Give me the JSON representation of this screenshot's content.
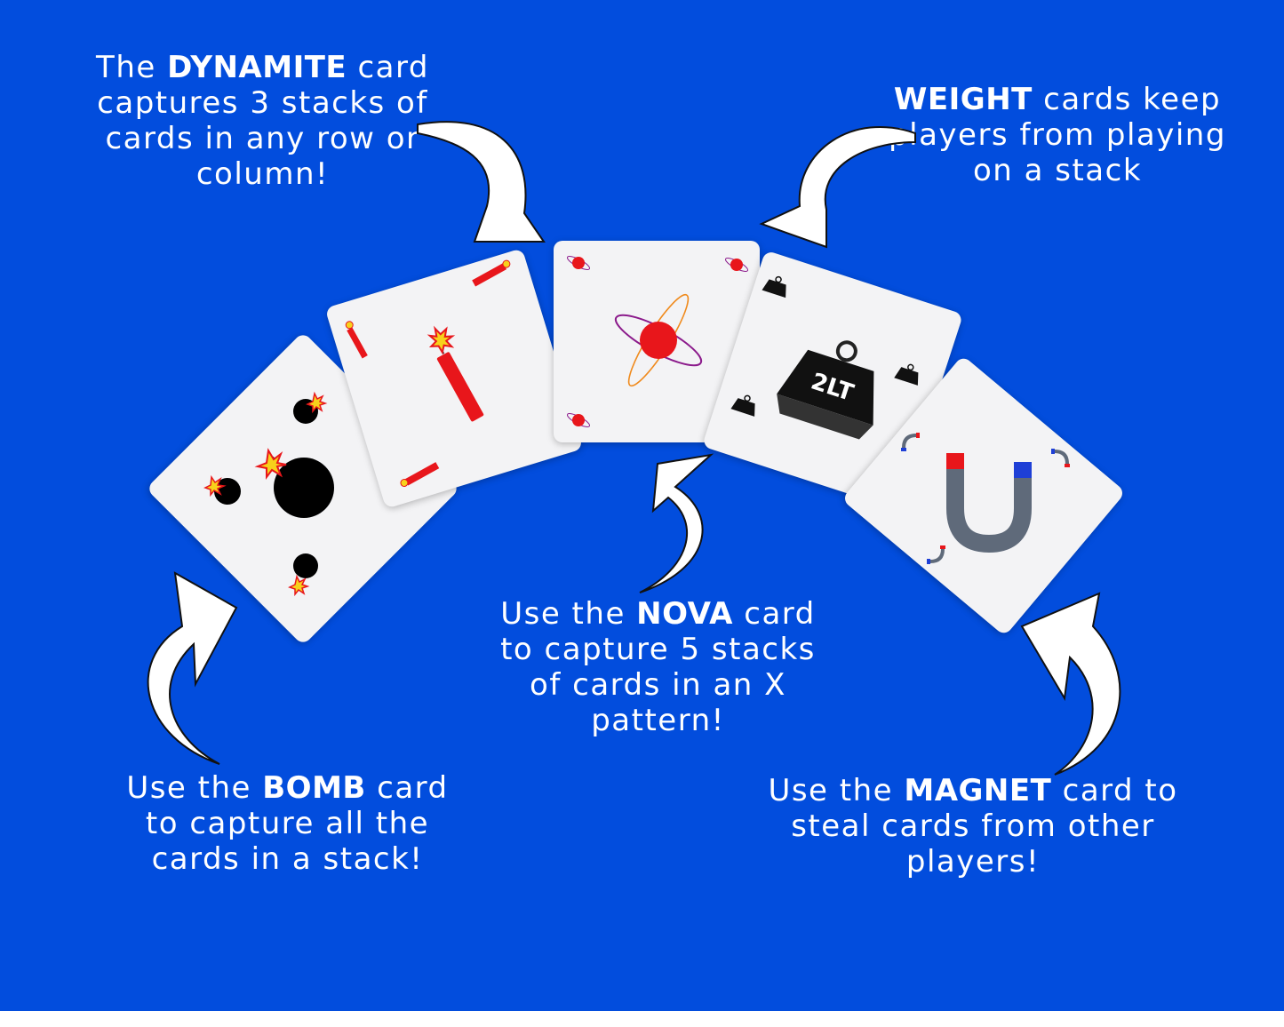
{
  "background_color": "#024ddd",
  "captions": {
    "dynamite": {
      "pre": "The ",
      "keyword": "DYNAMITE",
      "post": " card captures 3 stacks of cards in any row or column!"
    },
    "weight": {
      "pre": "",
      "keyword": "WEIGHT",
      "post": " cards keep players from playing on a stack"
    },
    "nova": {
      "pre": "Use the ",
      "keyword": "NOVA",
      "post": " card to capture 5 stacks of cards in an X pattern!"
    },
    "bomb": {
      "pre": "Use the ",
      "keyword": "BOMB",
      "post": " card to capture all the cards in a stack!"
    },
    "magnet": {
      "pre": "Use the ",
      "keyword": "MAGNET",
      "post": " card to steal cards from other players!"
    }
  },
  "cards": [
    {
      "id": "bomb",
      "icon": "bomb-icon"
    },
    {
      "id": "dynamite",
      "icon": "dynamite-icon"
    },
    {
      "id": "nova",
      "icon": "nova-icon"
    },
    {
      "id": "weight",
      "icon": "weight-icon",
      "icon_label": "2LT"
    },
    {
      "id": "magnet",
      "icon": "magnet-icon"
    }
  ],
  "colors": {
    "card_face": "#f3f3f5",
    "accent_red": "#e8161b",
    "bomb_black": "#000000",
    "magnet_grey": "#5f6a7a",
    "magnet_blue": "#1e3fd6",
    "nova_purple": "#8b1a8b",
    "nova_orange": "#f08a1c"
  }
}
